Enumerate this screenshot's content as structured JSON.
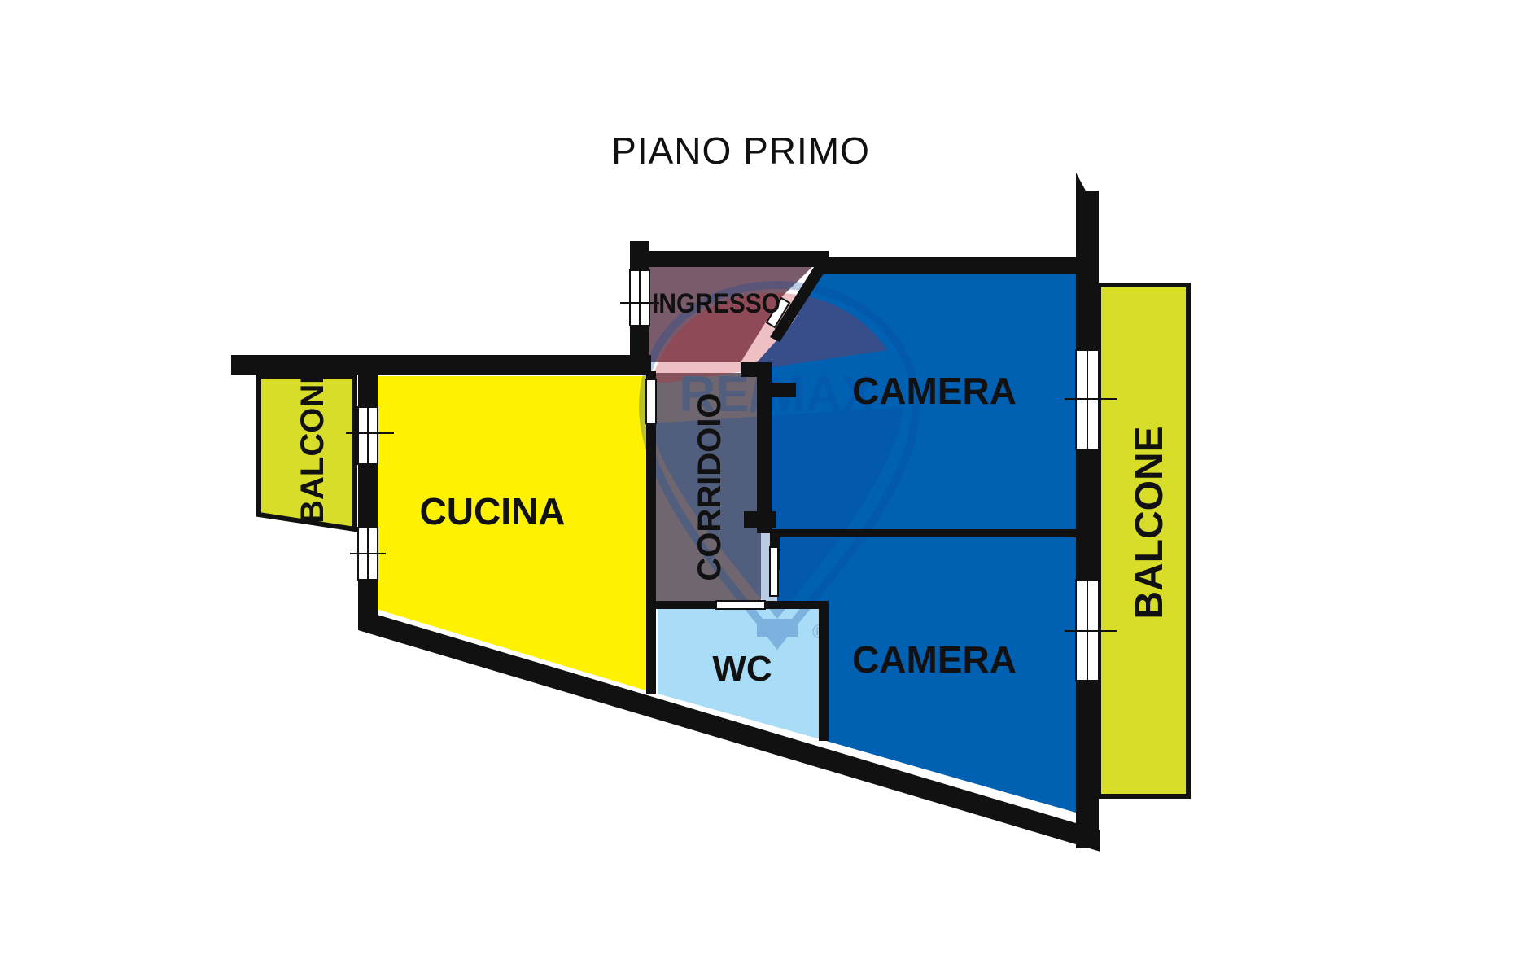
{
  "title": "PIANO PRIMO",
  "logo": {
    "text": "RE/MAX",
    "mark": "®"
  },
  "colors": {
    "wall": "#111111",
    "cucina": "#fef200",
    "balcone": "#d7dd28",
    "camera": "#0060b2",
    "wc": "#a9dcf6",
    "ingresso": "#7a5b6b",
    "corridoio": "#6f6670",
    "logo_red": "#c8202a",
    "logo_blue": "#0b4aa0"
  },
  "rooms": {
    "ingresso": "INGRESSO",
    "corridoio": "CORRIDOIO",
    "cucina": "CUCINA",
    "balcone_left": "BALCONE",
    "balcone_right": "BALCONE",
    "camera_top": "CAMERA",
    "camera_bottom": "CAMERA",
    "wc": "WC"
  }
}
